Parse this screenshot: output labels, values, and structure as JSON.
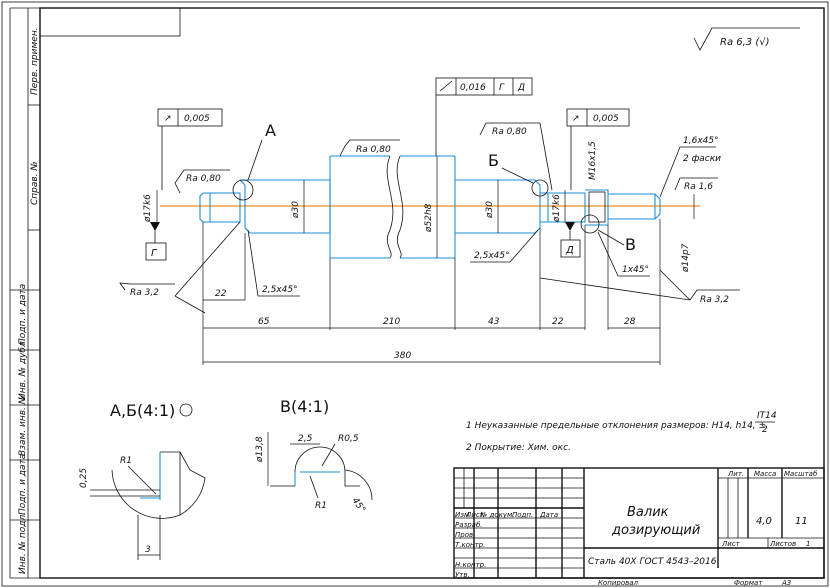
{
  "roughness_general": "Ra 6,3 (√)",
  "side_stamps": [
    "Перв. примен.",
    "Справ. №",
    "Подп. и дата",
    "Инв. № дубл.",
    "Взам. инв. №",
    "Подп. и дата",
    "Инв. № подл."
  ],
  "tolerances": {
    "runout_left": "0,005",
    "runout_right": "0,005",
    "tol_top": "0,016",
    "datum_g": "Г",
    "datum_d": "Д"
  },
  "roughness": {
    "ra080_left": "Ra 0,80",
    "ra080_mid": "Ra 0,80",
    "ra080_right": "Ra 0,80",
    "ra16": "Ra 1,6",
    "ra32_left": "Ra 3,2",
    "ra32_right": "Ra 3,2"
  },
  "labels": {
    "view_a": "А",
    "view_b": "Б",
    "view_v": "В",
    "d17k6_left": "ø17k6",
    "d30_left": "ø30",
    "d52h8": "ø52h8",
    "d30_right": "ø30",
    "d17k6_right": "ø17k6",
    "d14p7": "ø14p7",
    "thread": "M16x1,5",
    "chamfer_16": "1,6x45°",
    "chamfer_two": "2 фаски",
    "chamfer_25a": "2,5x45°",
    "chamfer_25b": "2,5x45°",
    "chamfer_1": "1x45°"
  },
  "dimensions": {
    "d22a": "22",
    "d65": "65",
    "d210": "210",
    "d43": "43",
    "d22b": "22",
    "d28": "28",
    "d380": "380"
  },
  "details": {
    "ab_title": "А,Б(4:1)",
    "v_title": "В(4:1)",
    "ab_r1": "R1",
    "ab_025": "0,25",
    "ab_3": "3",
    "v_d138": "ø13,8",
    "v_25": "2,5",
    "v_r05": "R0,5",
    "v_r1": "R1",
    "v_angle": "45°"
  },
  "notes": {
    "note1": "1 Неуказанные предельные отклонения размеров: H14, h14, ±",
    "note1_frac_top": "IT14",
    "note1_frac_bot": "2",
    "note2": "2 Покрытие: Хим. окс."
  },
  "title_block": {
    "name_line1": "Валик",
    "name_line2": "дозирующий",
    "material": "Сталь 40Х ГОСТ 4543–2016",
    "col_izm": "Изм",
    "col_list": "Лист",
    "col_doc": "№ докум.",
    "col_sign": "Подп.",
    "col_date": "Дата",
    "razrab": "Разраб.",
    "prov": "Пров.",
    "tkontr": "Т.контр.",
    "nkontr": "Н.контр.",
    "utv": "Утв.",
    "lit": "Лит.",
    "massa": "Масса",
    "masshtab": "Масштаб",
    "massa_val": "4,0",
    "masshtab_val": "11",
    "list_label": "Лист",
    "listov_label": "Листов",
    "listov_val": "1",
    "kopiroval": "Копировал",
    "format": "Формат",
    "format_val": "А3"
  }
}
